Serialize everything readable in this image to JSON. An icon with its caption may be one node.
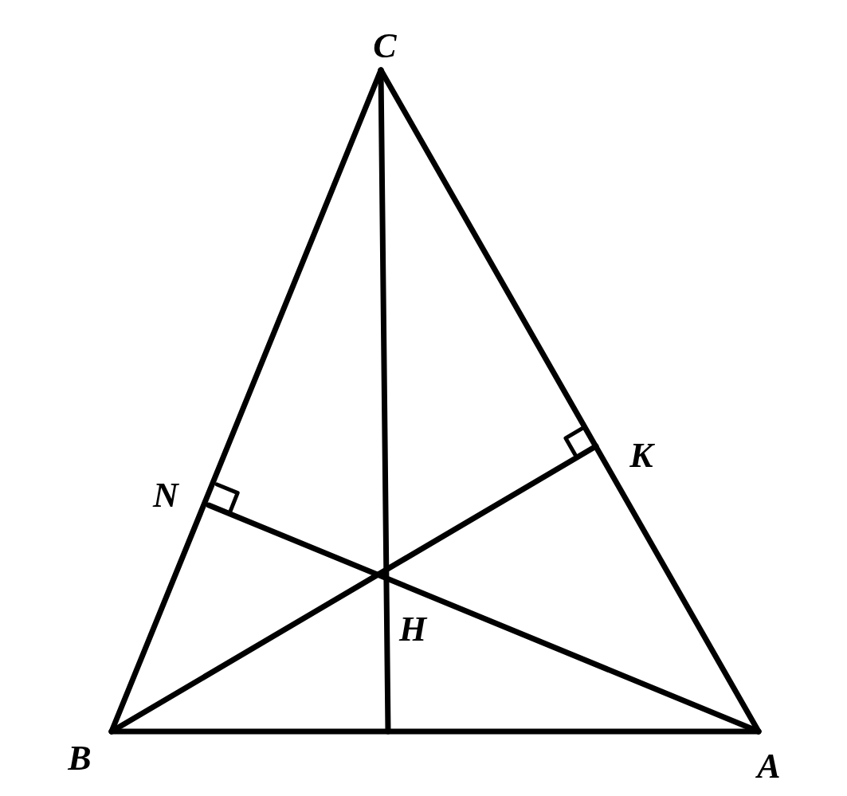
{
  "diagram": {
    "labels": [
      "C",
      "N",
      "K",
      "H",
      "B",
      "A"
    ]
  }
}
